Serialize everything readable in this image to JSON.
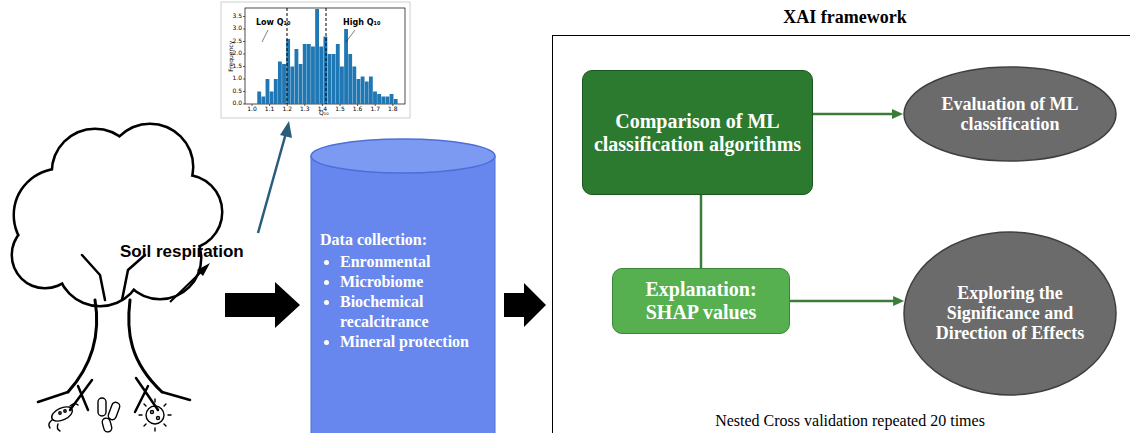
{
  "diagram": {
    "nodes": [
      {
        "text": [
          "Data collection:",
          "Enronmental",
          "Microbiome",
          "Biochemical recalcitrance",
          "Mineral protection"
        ]
      },
      {
        "text": [
          "XAI framework",
          "Nested Cross validation repeated 20 times"
        ]
      },
      {
        "text": [
          "Comparison of ML classification algorithms"
        ],
        "in": 1
      },
      {
        "text": [
          "Evaluation of ML classification"
        ],
        "in": 1
      },
      {
        "text": [
          "Explanation: SHAP values"
        ],
        "in": 1
      },
      {
        "text": [
          "Exploring the Significance and Direction of Effects"
        ],
        "in": 1
      }
    ],
    "edges": [
      {
        "from": 0,
        "to": 1,
        "arrow": "to"
      },
      {
        "from": 2,
        "to": 3,
        "arrow": "to"
      },
      {
        "from": 2,
        "to": 4,
        "arrow": "none"
      },
      {
        "from": 4,
        "to": 5,
        "arrow": "to"
      }
    ],
    "labels": [
      "Soil respiration",
      "Low Q₁₀",
      "High Q₁₀",
      "Frequency",
      "Q₁₀",
      "0.0",
      "0.5",
      "1.0",
      "1.5",
      "2.0",
      "2.5",
      "3.0",
      "3.5",
      "1.0",
      "1.1",
      "1.2",
      "1.3",
      "1.4",
      "1.5",
      "1.6",
      "1.7",
      "1.8"
    ]
  }
}
